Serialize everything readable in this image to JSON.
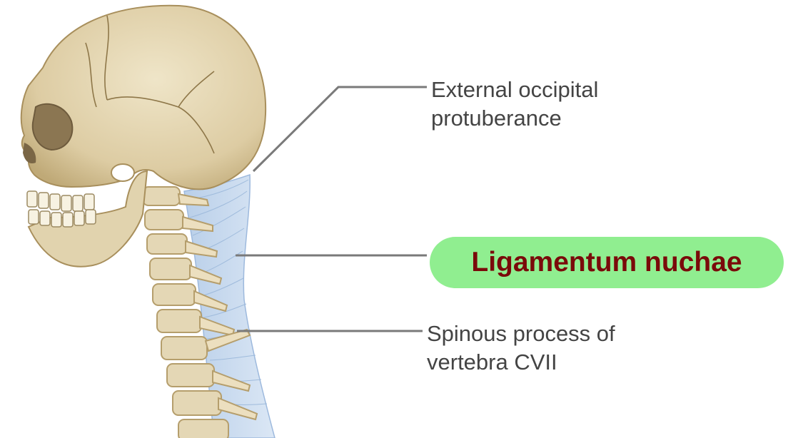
{
  "labels": {
    "occipital": {
      "line1": "External occipital",
      "line2": "protuberance"
    },
    "ligamentum": {
      "text": "Ligamentum nuchae"
    },
    "spinous": {
      "line1": "Spinous process of",
      "line2": "vertebra CVII"
    }
  },
  "colors": {
    "bone": "#e3d6b4",
    "bone_shadow": "#c9b68a",
    "ligament": "#c5d8ee",
    "ligament_stroke": "#8fb0d6",
    "leader": "#777777",
    "highlight_bg": "#90ee90",
    "highlight_text": "#7a0a0a"
  }
}
